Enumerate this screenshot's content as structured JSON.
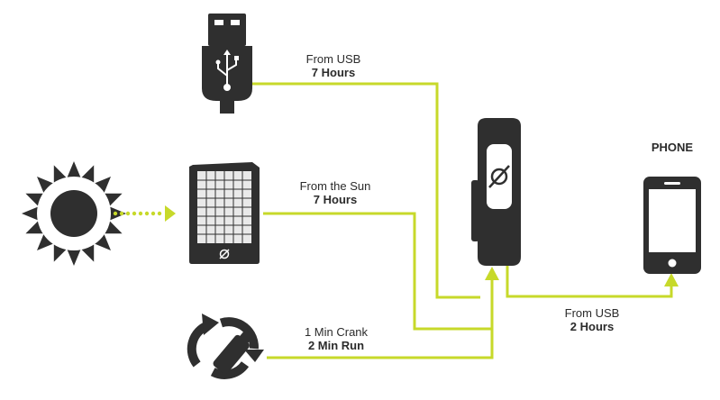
{
  "colors": {
    "connector": "#c7d92a",
    "device": "#2f2f2f",
    "text": "#2b2b2b"
  },
  "labels": {
    "usb": {
      "line1": "From USB",
      "line2": "7 Hours"
    },
    "sun": {
      "line1": "From the Sun",
      "line2": "7 Hours"
    },
    "crank": {
      "line1": "1 Min Crank",
      "line2": "2 Min Run"
    },
    "out": {
      "line1": "From USB",
      "line2": "2 Hours"
    }
  },
  "phone": {
    "title": "PHONE"
  },
  "icons": {
    "usb": "usb-plug-icon",
    "sun": "sun-icon",
    "panel": "solar-panel-icon",
    "crank": "hand-crank-icon",
    "charger": "power-bank-icon",
    "phone": "smartphone-icon"
  }
}
